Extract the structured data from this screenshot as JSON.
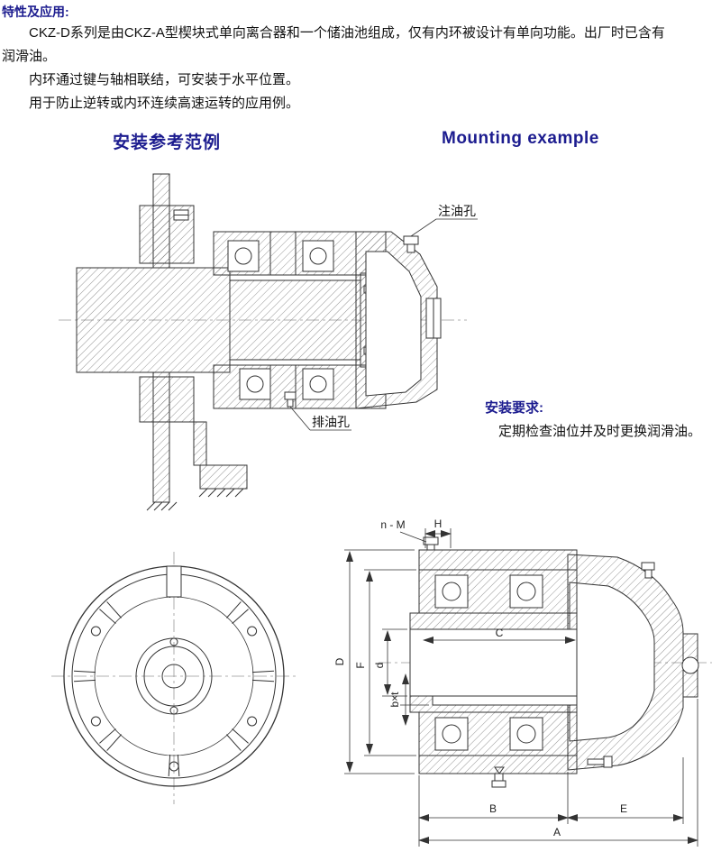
{
  "colors": {
    "navy": "#1c1c8f",
    "ink": "#111111",
    "line": "#333333"
  },
  "intro": {
    "heading": "特性及应用:",
    "line1": "CKZ-D系列是由CKZ-A型楔块式单向离合器和一个储油池组成，仅有内环被设计有单向功能。出厂时已含有",
    "line2": "润滑油。",
    "line3": "内环通过键与轴相联结，可安装于水平位置。",
    "line4": "用于防止逆转或内环连续高速运转的应用例。"
  },
  "sections": {
    "mounting_cn": "安装参考范例",
    "mounting_en": "Mounting example"
  },
  "mounting": {
    "oil_fill_label": "注油孔",
    "oil_drain_label": "排油孔"
  },
  "requirements": {
    "heading": "安装要求:",
    "body": "定期检查油位并及时更换润滑油。"
  },
  "dims": {
    "nM": "n - M",
    "H": "H",
    "C": "C",
    "D": "D",
    "F": "F",
    "d": "d",
    "bxt": "b×t",
    "B": "B",
    "E": "E",
    "A": "A"
  }
}
